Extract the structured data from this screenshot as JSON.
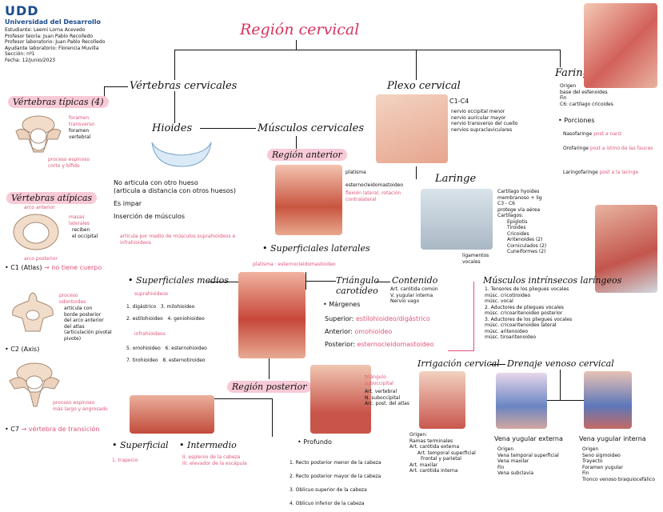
{
  "header": {
    "logo_text": "UDD",
    "university": "Universidad del Desarrollo",
    "meta": [
      "Estudiante: Leemi Lorna Acevedo",
      "Profesor teoría: Juan Pablo Recolledo",
      "Profesor laboratorio: Juan Pablo Recolledo",
      "Ayudante laboratorio: Florencia Muvilla",
      "Sección: nº1",
      "Fecha: 12/junio/2023"
    ]
  },
  "title": "Región cervical",
  "vertebras": {
    "heading": "Vértebras cervicales",
    "tipicas": "Vértebras típicas (4)",
    "tipicas_notes": [
      "foramen",
      "transverso",
      "foramen",
      "vertebral",
      "proceso espinoso",
      "corto y bífido"
    ],
    "atipicas": "Vértebras atípicas",
    "atipicas_notes": [
      "masas",
      "laterales",
      "reciben",
      "el occipital",
      "arco anterior",
      "arco posterior"
    ],
    "c1": "C1 (Atlas)",
    "c1_note": "no tiene cuerpo",
    "c2_notes": [
      "proceso",
      "odontoides",
      "articula con",
      "borde posterior",
      "del arco anterior",
      "del atlas",
      "(articulación pivotal",
      "pivote)"
    ],
    "c2": "C2 (Axis)",
    "c7_notes": [
      "proceso espinoso",
      "más largo y engrosado"
    ],
    "c7": "C7",
    "c7_note": "vértebra de transición"
  },
  "hioides": {
    "heading": "Hioides",
    "points": [
      "No articula con otro hueso",
      "(articula a distancia con otros huesos)",
      "Es impar",
      "Inserción de músculos"
    ],
    "note": "articula por medio de músculos suprahioideos e infrahioideos"
  },
  "musculos": {
    "heading": "Músculos cervicales",
    "anterior": "Región anterior",
    "ant_labels": [
      "platisma",
      "esternocleidomastoideo"
    ],
    "ant_note": "flexión lateral, rotación contralateral",
    "sup_lat": "Superficiales laterales",
    "sup_lat_items": "platisma · esternocleidomastoideo",
    "sup_medios": "Superficiales medios",
    "suprahioideos": "suprahioideos",
    "supra_list": [
      "1. digástrico",
      "2. estilohioideo",
      "3. milohioideo",
      "4. geniohioideo"
    ],
    "infrahioideos": "infrahioideos",
    "infra_list": [
      "5. omohioideo",
      "6. esternohioideo",
      "7. tirohioideo",
      "8. esternotiroideo"
    ],
    "triangulo": "Triángulo carotídeo",
    "margenes": "Márgenes",
    "superior_k": "Superior:",
    "superior_v": "estilohioideo/digástrico",
    "anterior_k": "Anterior:",
    "anterior_v": "omohioideo",
    "posterior_k": "Posterior:",
    "posterior_v": "esternocleidomastoideo",
    "contenido": "Contenido",
    "contenido_list": [
      "Art. carótida común",
      "V. yugular interna",
      "Nervio vago"
    ],
    "posterior": "Región posterior",
    "suboccipital": "triángulo suboccipital",
    "sub_list": [
      "Art. vertebral",
      "N. suboccipital",
      "Arc. post. del atlas"
    ],
    "superficial": "Superficial",
    "sup_item": "1. trapecio",
    "intermedio": "Intermedio",
    "inter_list": [
      "II. esplenio de la cabeza",
      "III. elevador de la escápula"
    ],
    "profundo": "Profundo",
    "prof_list": [
      "1. Recto posterior menor de la cabeza",
      "2. Recto posterior mayor de la cabeza",
      "3. Oblicuo superior de la cabeza",
      "4. Oblicuo inferior de la cabeza"
    ]
  },
  "plexo": {
    "heading": "Plexo cervical",
    "range": "C1-C4",
    "items": [
      "nervio occipital menor",
      "nervio auricular mayor",
      "nervio transverso del cuello",
      "nervios supraclaviculares"
    ]
  },
  "faringe": {
    "heading": "Faringe",
    "items": [
      "Origen",
      "base del esfenoides",
      "Fin",
      "C6: cartílago cricoides",
      "Porciones"
    ],
    "porciones": [
      {
        "name": "Nasofaringe",
        "note": "post a nariz"
      },
      {
        "name": "Orofaringe",
        "note": "post a istmo de las fauces"
      },
      {
        "name": "Laringofaringe",
        "note": "post a la laringe"
      }
    ]
  },
  "laringe": {
    "heading": "Laringe",
    "items": [
      "Cartílago hyoides",
      "membranoso + lig",
      "C3 - C6",
      "protege vía aérea",
      "Cartílagos:",
      "Epiglotis",
      "Tiroides",
      "Cricoides",
      "Aritenoides (2)",
      "Corniculados (2)",
      "Cuneiformes (2)"
    ],
    "lig_label": "ligamentos vocales",
    "intrinsecos": "Músculos intrínsecos laríngeos",
    "intr_list": [
      "1. Tensores de los pliegues vocales",
      "   músc. cricotiroideo",
      "   músc. vocal",
      "2. Aductores de pliegues vocales",
      "   músc. cricoaritenoideo posterior",
      "3. Aductores de los pliegues vocales",
      "   músc. cricoaritenoideo lateral",
      "   músc. aritenoideo",
      "   músc. tiroaritenoideo"
    ]
  },
  "irrigacion": {
    "heading": "Irrigación cervical",
    "list": [
      "Origen:",
      "Ramas terminales",
      "Art. carótida externa",
      "Art. temporal superficial",
      "Frontal y parietal",
      "Art. maxilar",
      "Art. carótida interna"
    ]
  },
  "drenaje": {
    "heading": "Drenaje venoso cervical",
    "ext": "Vena yugular externa",
    "ext_list": [
      "Origen",
      "Vena temporal superficial",
      "Vena maxilar",
      "Fin",
      "Vena subclavia"
    ],
    "int": "Vena yugular interna",
    "int_list": [
      "Origen",
      "Seno sigmoideo",
      "Trayecto",
      "Foramen yugular",
      "Fin",
      "Tronco venoso braquiocefálico"
    ]
  }
}
